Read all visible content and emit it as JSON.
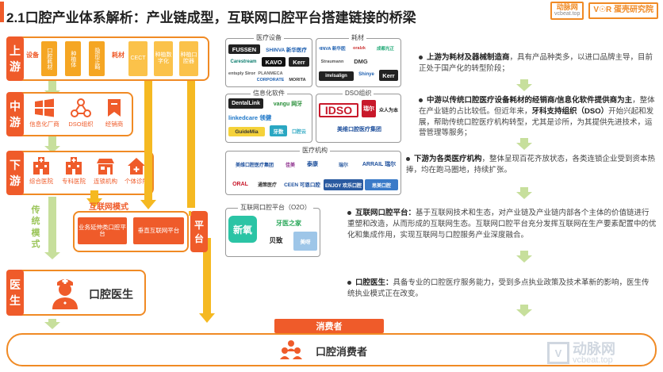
{
  "title": "2.1口腔产业体系解析：产业链成型，互联网口腔平台搭建链接的桥梁",
  "brand": {
    "logo1_main": "动脉网",
    "logo1_sub": "vcbeat.top",
    "logo2_main": "V☉R 蛋壳研究院",
    "watermark_main": "动脉网",
    "watermark_sub": "vcbeat.top"
  },
  "colors": {
    "accent": "#ef5b2a",
    "orange": "#f5a623",
    "yellow": "#f5b921",
    "green_arrow": "#c7df9c"
  },
  "chain": {
    "upstream": {
      "tag": [
        "上",
        "游"
      ],
      "groups": [
        {
          "label": "设备",
          "cells": [
            "口腔耗材",
            "种植体",
            "隐形正畸"
          ]
        },
        {
          "label": "耗材",
          "cells": [
            "CECT",
            "种植数字化",
            "种植口腔器"
          ]
        }
      ]
    },
    "midstream": {
      "tag": [
        "中",
        "游"
      ],
      "items": [
        {
          "icon": "windows-icon",
          "label": "信息化厂商"
        },
        {
          "icon": "network-icon",
          "label": "DSO组织"
        },
        {
          "icon": "bookmark-icon",
          "label": "经销商"
        }
      ]
    },
    "downstream": {
      "tag": [
        "下",
        "游"
      ],
      "items": [
        {
          "icon": "hospital-icon",
          "label": "综合医院"
        },
        {
          "icon": "hospital-icon",
          "label": "专科医院"
        },
        {
          "icon": "clinic-icon",
          "label": "连锁机构"
        },
        {
          "icon": "house-icon",
          "label": "个体诊所"
        }
      ]
    },
    "traditional_mode": [
      "传",
      "统",
      "模",
      "式"
    ],
    "internet_mode": {
      "label": "互联网模式",
      "boxes": [
        "业务延伸类口腔平台",
        "垂直互联网平台"
      ]
    },
    "platform_tag": [
      "平",
      "台"
    ],
    "doctor": {
      "tag": [
        "医",
        "生"
      ],
      "label": "口腔医生"
    },
    "consumer": {
      "tag": "消费者",
      "label": "口腔消费者"
    }
  },
  "categories": {
    "equipment": {
      "title": "医疗设备",
      "logos": [
        "FUSSEN",
        "SHINVA 新华医疗",
        "Carestream",
        "KAVO",
        "Kerr",
        "Dentsply Sirona",
        "PLANMECA",
        "CORPORATE",
        "MORITA"
      ]
    },
    "consumables": {
      "title": "耗材",
      "logos": [
        "SHINVA 新华医疗",
        "oralzk",
        "成都光正",
        "Straumann",
        "DMG",
        "invisalign",
        "Shinye",
        "Kerr"
      ]
    },
    "software": {
      "title": "信息化软件",
      "logos": [
        "DentalLink",
        "vangu 网牙",
        "linkedcare 领健",
        "GuideMia",
        "牙数",
        "口腔云"
      ]
    },
    "dso": {
      "title": "DSO组织",
      "logos": [
        "IDSO",
        "瑞尔",
        "众人为本",
        "美维口腔医疗集团"
      ]
    },
    "institutions": {
      "title": "医疗机构",
      "logos": [
        "美维口腔医疗集团",
        "佳美",
        "泰康",
        "瑞尔",
        "ARRAIL 瑞尔",
        "ORAL",
        "通策医疗",
        "CEEN 可恩口腔",
        "ENJOY 欢乐口腔",
        "思美口腔"
      ]
    },
    "o2o": {
      "title": "互联网口腔平台（O2O）",
      "logos": [
        "新氧",
        "牙医之家",
        "贝致",
        "美呀"
      ]
    }
  },
  "bullets": [
    {
      "lead": "上游为耗材及器械制造商",
      "text": "，具有产品种类多，以进口品牌主导，目前正处于国产化的转型阶段；"
    },
    {
      "lead": "中游以传统口腔医疗设备耗材的经销商/信息化软件提供商为主",
      "text": "，整体在产业链的占比较低。但近年来，",
      "lead2": "牙科支持组织（DSO）",
      "text2": "开始兴起和发展，帮助传统口腔医疗机构转型，尤其是诊所，为其提供先进技术，运营管理等服务；"
    },
    {
      "lead": "下游为各类医疗机构",
      "text": "，整体呈现百花齐放状态，各类连锁企业受到资本热捧，均在跑马圈地，持续扩张。"
    },
    {
      "lead": "互联网口腔平台：",
      "text": "基于互联网技术和生态，对产业链及产业链内部各个主体的价值链进行重塑和改造，从而形成的互联网生态。互联网口腔平台充分发挥互联网在生产要素配置中的优化和集成作用，实现互联网与口腔服务产业深度融合。"
    },
    {
      "lead": "口腔医生：",
      "text": "具备专业的口腔医疗服务能力，受到多点执业政策及技术革新的影响，医生传统执业模式正在改变。"
    }
  ]
}
